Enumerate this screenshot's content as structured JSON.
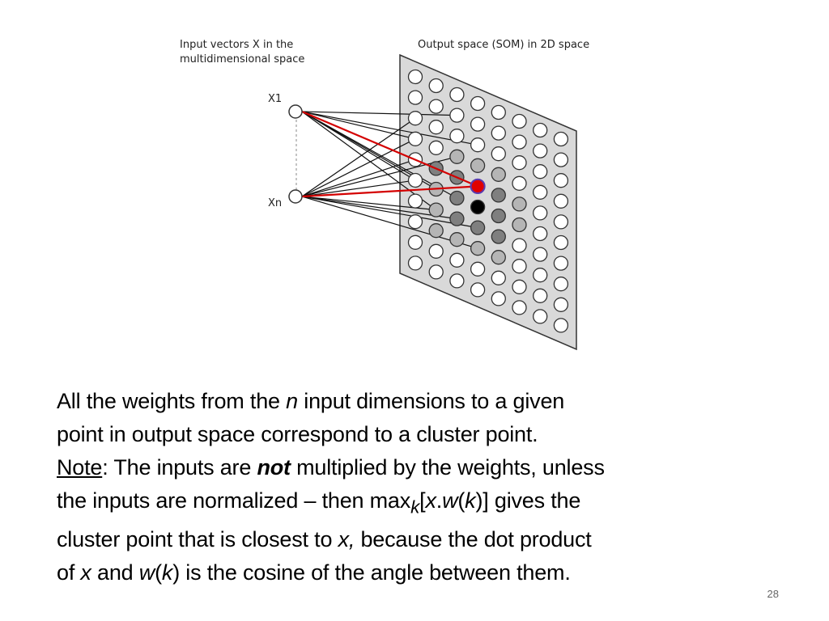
{
  "diagram": {
    "input_caption_line1": "Input vectors X in the",
    "input_caption_line2": "multidimensional space",
    "output_caption": "Output space (SOM) in 2D space",
    "input_nodes": [
      {
        "label": "X1"
      },
      {
        "label": "Xn"
      }
    ],
    "colors": {
      "grid_fill": "#d9d9d9",
      "node_empty": "#ffffff",
      "node_dark": "#7f7f7f",
      "node_light": "#b5b5b5",
      "winner": "#e00000",
      "highlight_line": "#d40000",
      "neighbor_center": "#000000"
    }
  },
  "text": {
    "p1_a": "All the weights from the ",
    "p1_n": "n",
    "p1_b": " input dimensions to a given",
    "p1_line2": "point in output space correspond to a cluster point.",
    "note_label": "Note",
    "note_a": ": The inputs are ",
    "note_not": "not",
    "note_b": " multiplied by the weights, unless",
    "l4_a": "the inputs are normalized – then max",
    "l4_k": "k",
    "l4_b": "[",
    "l4_x": "x",
    "l4_dot": ".",
    "l4_w": "w",
    "l4_p1": "(",
    "l4_k2": "k",
    "l4_p2": ")] gives the",
    "l5_a": "cluster point that is closest to ",
    "l5_x": "x,",
    "l5_b": " because the dot product",
    "l6_a": "of ",
    "l6_x": "x",
    "l6_b": " and ",
    "l6_w": "w",
    "l6_p1": "(",
    "l6_k": "k",
    "l6_c": ") is the cosine of the angle between them."
  },
  "slide_number": "28"
}
